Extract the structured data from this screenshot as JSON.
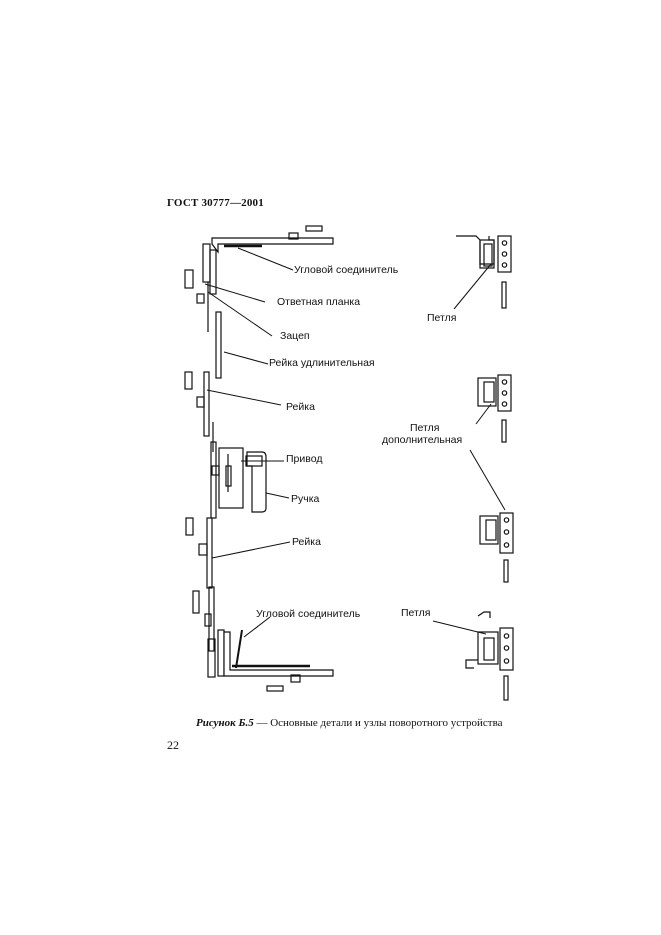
{
  "header": {
    "standard": "ГОСТ 30777—2001"
  },
  "labels": {
    "corner_connector_top": "Угловой соединитель",
    "strike_plate": "Ответная планка",
    "hook": "Зацеп",
    "extension_rail": "Рейка удлинительная",
    "rail_1": "Рейка",
    "drive": "Привод",
    "handle": "Ручка",
    "rail_2": "Рейка",
    "corner_connector_bottom": "Угловой соединитель",
    "hinge_top": "Петля",
    "hinge_extra_line1": "Петля",
    "hinge_extra_line2": "дополнительная",
    "hinge_bottom": "Петля"
  },
  "caption": {
    "figure": "Рисунок Б.5",
    "text": " — Основные детали и узлы поворотного устройства"
  },
  "page_number": "22"
}
